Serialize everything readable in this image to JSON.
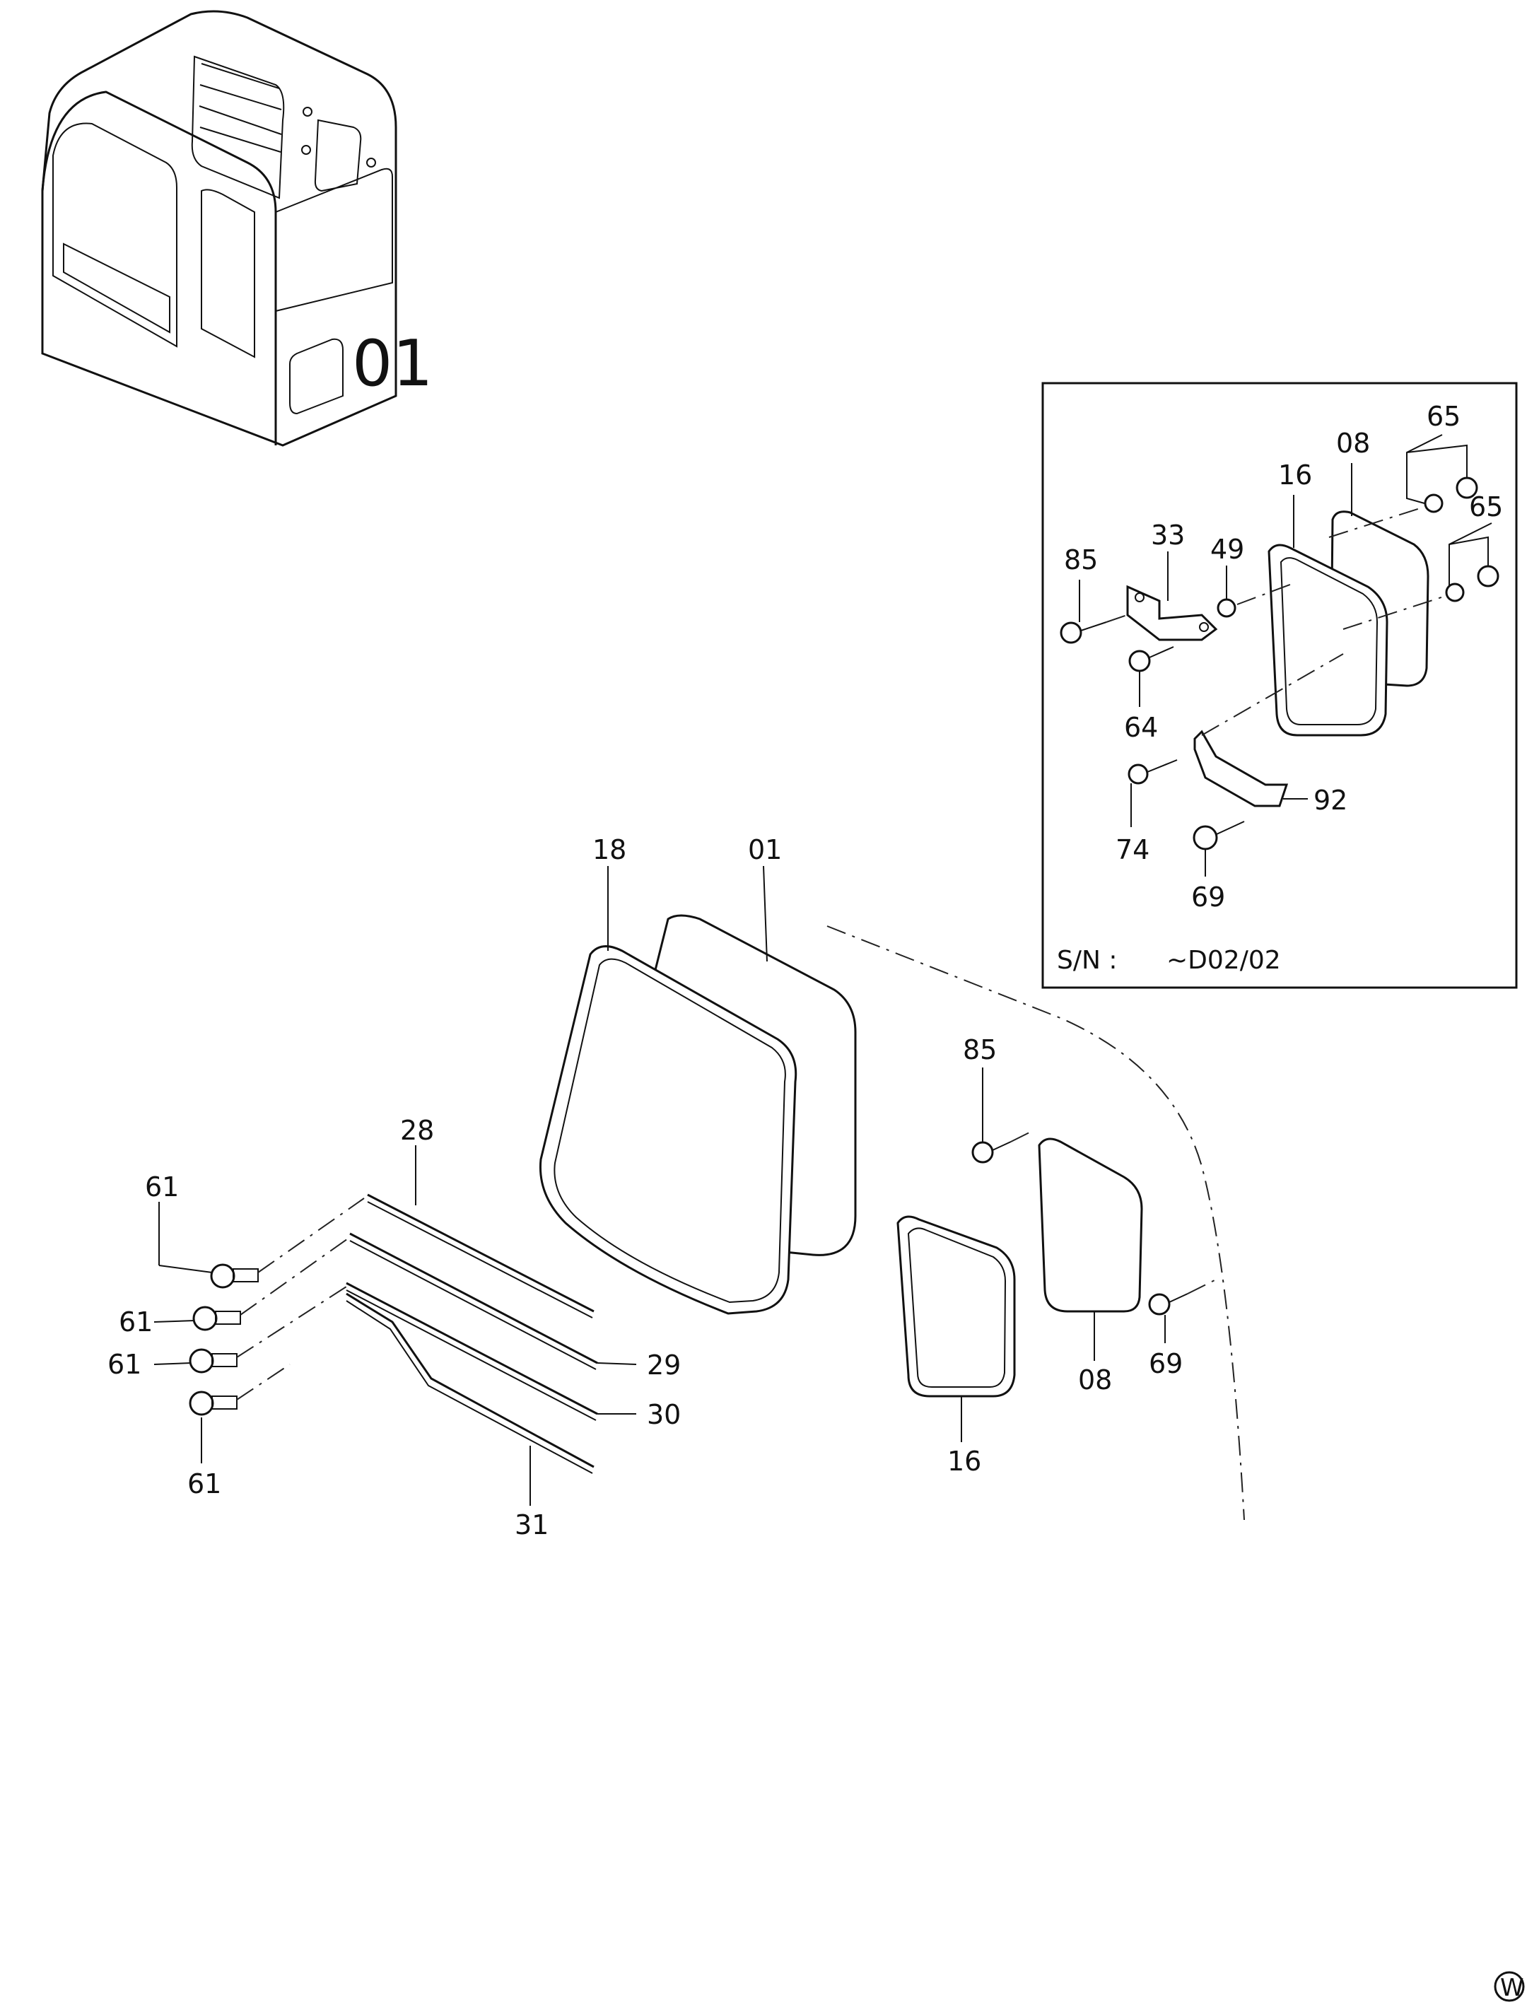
{
  "callouts": {
    "c01": "01",
    "c18": "18",
    "c28": "28",
    "c29": "29",
    "c30": "30",
    "c31": "31",
    "c61a": "61",
    "c61b": "61",
    "c61c": "61",
    "c61d": "61",
    "c85": "85",
    "c16": "16",
    "c08": "08",
    "c69": "69"
  },
  "inset": {
    "callouts": {
      "c85": "85",
      "c33": "33",
      "c49": "49",
      "c16": "16",
      "c08": "08",
      "c65a": "65",
      "c65b": "65",
      "c64": "64",
      "c74": "74",
      "c92": "92",
      "c69": "69"
    },
    "serial_label": "S/N :",
    "serial_value": "~D02/02"
  },
  "overview_mark": "01",
  "corner_mark": "W"
}
